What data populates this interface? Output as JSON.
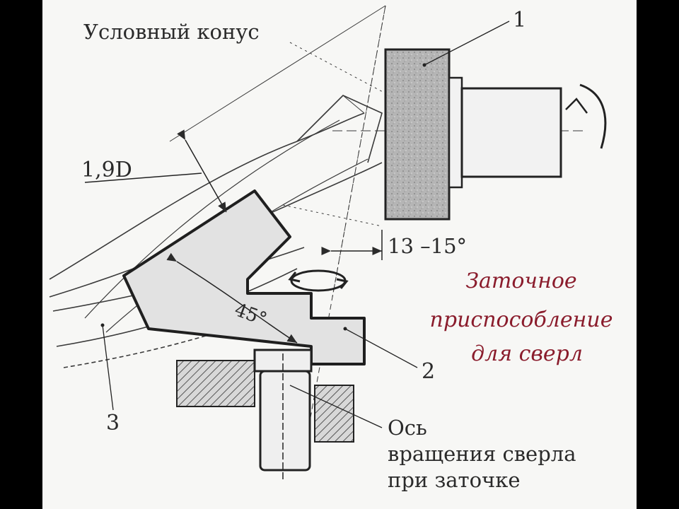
{
  "labels": {
    "conditional_cone": "Условный конус",
    "part_1": "1",
    "part_2": "2",
    "part_3": "3",
    "dim_19d": "1,9D",
    "angle_13_15": "13 –15°",
    "angle_45": "45°",
    "axis_line1": "Ось",
    "axis_line2": "вращения сверла",
    "axis_line3": "при заточке"
  },
  "overlay_caption": {
    "line1": "Заточное",
    "line2": "приспособление",
    "line3": "для сверл"
  },
  "colors": {
    "background": "#f7f7f5",
    "letterbox": "#000000",
    "line": "#2b2b2b",
    "wheel_fill": "#b9b9b9",
    "fixture_fill": "#dcdcdc",
    "caption": "#8a1c2c"
  },
  "icons": {
    "rotation_arrow_top": "curved-arrow-icon",
    "rotation_arrow_middle": "circular-arrow-icon"
  }
}
